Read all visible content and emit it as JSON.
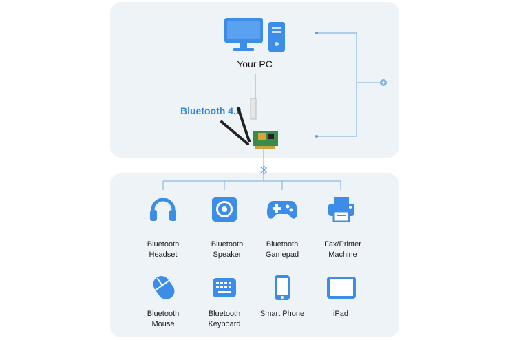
{
  "top": {
    "pc_label": "Your PC",
    "bt_version": "Bluetooth 4.2"
  },
  "devices": [
    {
      "icon": "headset-icon",
      "line1": "Bluetooth",
      "line2": "Headset"
    },
    {
      "icon": "speaker-icon",
      "line1": "Bluetooth",
      "line2": "Speaker"
    },
    {
      "icon": "gamepad-icon",
      "line1": "Bluetooth",
      "line2": "Gamepad"
    },
    {
      "icon": "printer-icon",
      "line1": "Fax/Printer",
      "line2": "Machine"
    },
    {
      "icon": "mouse-icon",
      "line1": "Bluetooth",
      "line2": "Mouse"
    },
    {
      "icon": "keyboard-icon",
      "line1": "Bluetooth",
      "line2": "Keyboard"
    },
    {
      "icon": "smartphone-icon",
      "line1": "Smart Phone",
      "line2": ""
    },
    {
      "icon": "tablet-icon",
      "line1": "iPad",
      "line2": ""
    }
  ],
  "colors": {
    "accent": "#2e86e0",
    "icon_blue": "#3c8de8",
    "panel_bg": "#eef3f8",
    "connector": "#8fb8e6"
  }
}
